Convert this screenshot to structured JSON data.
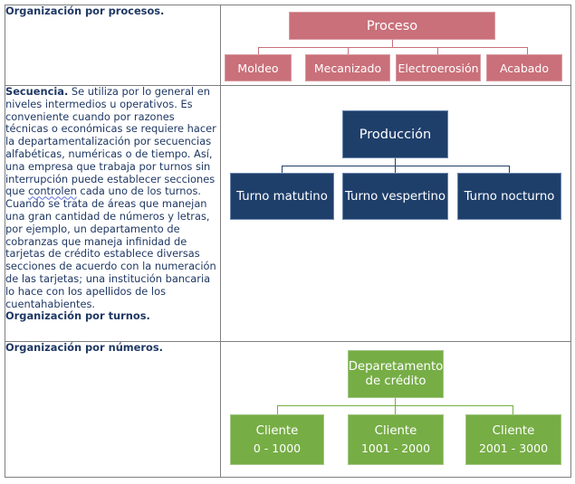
{
  "rows": [
    {
      "left_heading": "Organización por procesos.",
      "chart": {
        "root": "Proceso",
        "children": [
          "Moldeo",
          "Mecanizado",
          "Electroerosión",
          "Acabado"
        ],
        "color": "#c9707a"
      }
    },
    {
      "left_heading": "Secuencia.",
      "left_text_a": " Se utiliza por lo general en niveles intermedios u operativos. Es conveniente cuando por razones técnicas o económicas se requiere hacer la departamentalización por secuencias alfabéticas, numéricas o de tiempo. Así, una empresa que trabaja por turnos sin interrupción puede establecer secciones que ",
      "left_text_spell": "controlen",
      "left_text_b": " cada uno de los turnos. Cuando se trata de áreas que manejan una gran cantidad de números y letras, por ejemplo, un departamento de cobranzas que maneja infinidad de tarjetas de crédito establece diversas secciones de acuerdo con la numeración de las tarjetas; una institución bancaria lo hace con los apellidos de los cuentahabientes.",
      "left_footer": "Organización por turnos.",
      "chart": {
        "root": "Producción",
        "children": [
          "Turno matutino",
          "Turno vespertino",
          "Turno nocturno"
        ],
        "color": "#1f3f6b"
      }
    },
    {
      "left_heading": "Organización por números.",
      "chart": {
        "root": "Deparetamento de crédito",
        "children": [
          {
            "line1": "Cliente",
            "line2": "0 - 1000"
          },
          {
            "line1": "Cliente",
            "line2": "1001 - 2000"
          },
          {
            "line1": "Cliente",
            "line2": "2001 - 3000"
          }
        ],
        "color": "#76ad45"
      }
    }
  ]
}
